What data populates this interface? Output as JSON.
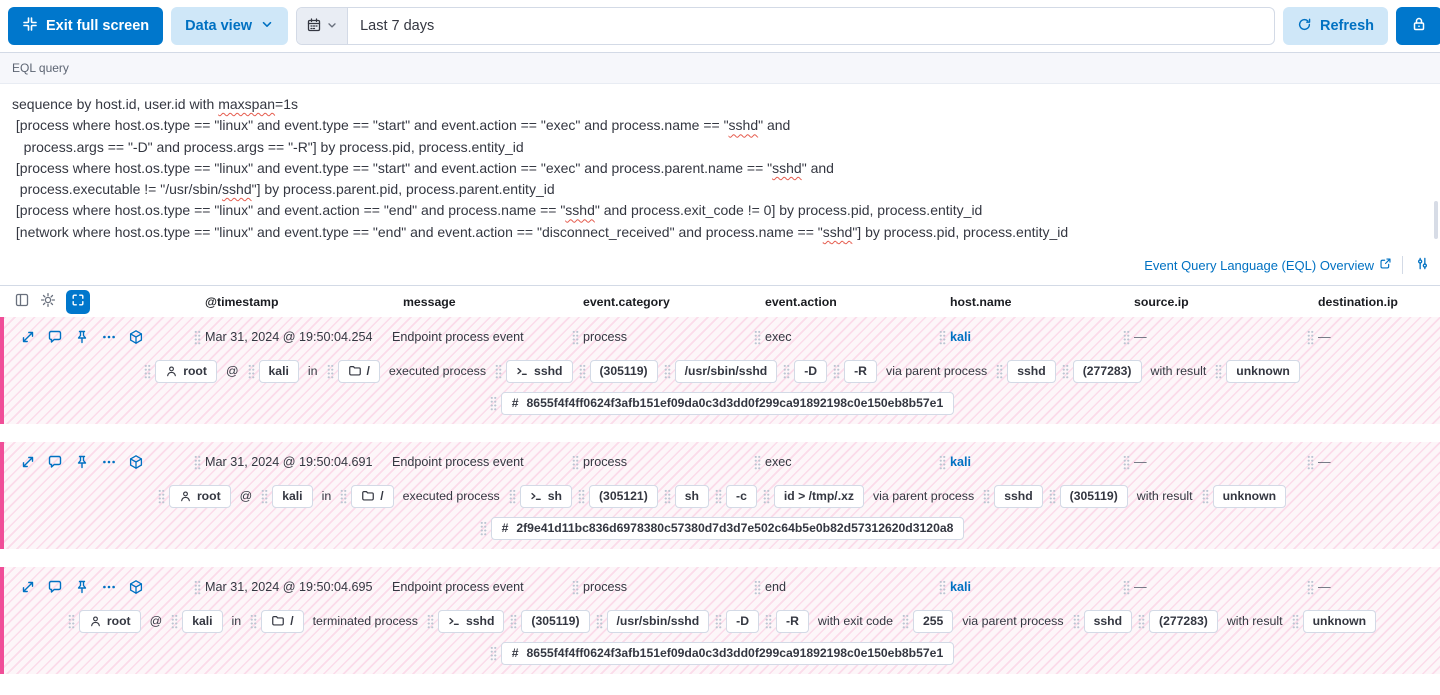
{
  "colors": {
    "primary_blue": "#0077cc",
    "light_blue_button": "#cfe7f8",
    "link_blue": "#0071c2",
    "building_block_pink": "#f04e98",
    "border_gray": "#d3dae6",
    "text_dark": "#343741"
  },
  "toolbar": {
    "exit_full_screen": "Exit full screen",
    "data_view": "Data view",
    "date_range": "Last 7 days",
    "refresh": "Refresh"
  },
  "eql": {
    "label": "EQL query",
    "lines": [
      "sequence by host.id, user.id with maxspan=1s",
      " [process where host.os.type == \"linux\" and event.type == \"start\" and event.action == \"exec\" and process.name == \"sshd\" and",
      "   process.args == \"-D\" and process.args == \"-R\"] by process.pid, process.entity_id",
      " [process where host.os.type == \"linux\" and event.type == \"start\" and event.action == \"exec\" and process.parent.name == \"sshd\" and",
      "  process.executable != \"/usr/sbin/sshd\"] by process.parent.pid, process.parent.entity_id",
      " [process where host.os.type == \"linux\" and event.action == \"end\" and process.name == \"sshd\" and process.exit_code != 0] by process.pid, process.entity_id",
      " [network where host.os.type == \"linux\" and event.type == \"end\" and event.action == \"disconnect_received\" and process.name == \"sshd\"] by process.pid, process.entity_id"
    ],
    "overview_link": "Event Query Language (EQL) Overview"
  },
  "table": {
    "columns": [
      "@timestamp",
      "message",
      "event.category",
      "event.action",
      "host.name",
      "source.ip",
      "destination.ip"
    ],
    "rows": [
      {
        "timestamp": "Mar 31, 2024 @ 19:50:04.254",
        "message": "Endpoint process event",
        "event_category": "process",
        "event_action": "exec",
        "host_name": "kali",
        "source_ip": "—",
        "destination_ip": "—",
        "summary": [
          {
            "t": "badge",
            "v": "root",
            "icon": "user",
            "n": "user-name-badge"
          },
          {
            "t": "text",
            "v": "@"
          },
          {
            "t": "badge",
            "v": "kali",
            "n": "host-name-badge"
          },
          {
            "t": "text",
            "v": "in"
          },
          {
            "t": "badge",
            "v": "/",
            "icon": "folder",
            "n": "working-directory-badge"
          },
          {
            "t": "text",
            "v": "executed process"
          },
          {
            "t": "badge",
            "v": "sshd",
            "icon": "terminal",
            "n": "process-name-badge"
          },
          {
            "t": "badge",
            "v": "(305119)",
            "n": "process-pid-badge"
          },
          {
            "t": "badge",
            "v": "/usr/sbin/sshd",
            "n": "process-executable-badge"
          },
          {
            "t": "badge",
            "v": "-D",
            "n": "process-arg-badge"
          },
          {
            "t": "badge",
            "v": "-R",
            "n": "process-arg-badge"
          },
          {
            "t": "text",
            "v": "via parent process"
          },
          {
            "t": "badge",
            "v": "sshd",
            "n": "parent-process-name-badge"
          },
          {
            "t": "badge",
            "v": "(277283)",
            "n": "parent-process-pid-badge"
          },
          {
            "t": "text",
            "v": "with result"
          },
          {
            "t": "badge",
            "v": "unknown",
            "n": "process-result-badge"
          }
        ],
        "hash": "8655f4f4ff0624f3afb151ef09da0c3d3dd0f299ca91892198c0e150eb8b57e1"
      },
      {
        "timestamp": "Mar 31, 2024 @ 19:50:04.691",
        "message": "Endpoint process event",
        "event_category": "process",
        "event_action": "exec",
        "host_name": "kali",
        "source_ip": "—",
        "destination_ip": "—",
        "summary": [
          {
            "t": "badge",
            "v": "root",
            "icon": "user",
            "n": "user-name-badge"
          },
          {
            "t": "text",
            "v": "@"
          },
          {
            "t": "badge",
            "v": "kali",
            "n": "host-name-badge"
          },
          {
            "t": "text",
            "v": "in"
          },
          {
            "t": "badge",
            "v": "/",
            "icon": "folder",
            "n": "working-directory-badge"
          },
          {
            "t": "text",
            "v": "executed process"
          },
          {
            "t": "badge",
            "v": "sh",
            "icon": "terminal",
            "n": "process-name-badge"
          },
          {
            "t": "badge",
            "v": "(305121)",
            "n": "process-pid-badge"
          },
          {
            "t": "badge",
            "v": "sh",
            "n": "process-arg-badge"
          },
          {
            "t": "badge",
            "v": "-c",
            "n": "process-arg-badge"
          },
          {
            "t": "badge",
            "v": "id > /tmp/.xz",
            "n": "process-arg-badge"
          },
          {
            "t": "text",
            "v": "via parent process"
          },
          {
            "t": "badge",
            "v": "sshd",
            "n": "parent-process-name-badge"
          },
          {
            "t": "badge",
            "v": "(305119)",
            "n": "parent-process-pid-badge"
          },
          {
            "t": "text",
            "v": "with result"
          },
          {
            "t": "badge",
            "v": "unknown",
            "n": "process-result-badge"
          }
        ],
        "hash": "2f9e41d11bc836d6978380c57380d7d3d7e502c64b5e0b82d57312620d3120a8"
      },
      {
        "timestamp": "Mar 31, 2024 @ 19:50:04.695",
        "message": "Endpoint process event",
        "event_category": "process",
        "event_action": "end",
        "host_name": "kali",
        "source_ip": "—",
        "destination_ip": "—",
        "summary": [
          {
            "t": "badge",
            "v": "root",
            "icon": "user",
            "n": "user-name-badge"
          },
          {
            "t": "text",
            "v": "@"
          },
          {
            "t": "badge",
            "v": "kali",
            "n": "host-name-badge"
          },
          {
            "t": "text",
            "v": "in"
          },
          {
            "t": "badge",
            "v": "/",
            "icon": "folder",
            "n": "working-directory-badge"
          },
          {
            "t": "text",
            "v": "terminated process"
          },
          {
            "t": "badge",
            "v": "sshd",
            "icon": "terminal",
            "n": "process-name-badge"
          },
          {
            "t": "badge",
            "v": "(305119)",
            "n": "process-pid-badge"
          },
          {
            "t": "badge",
            "v": "/usr/sbin/sshd",
            "n": "process-executable-badge"
          },
          {
            "t": "badge",
            "v": "-D",
            "n": "process-arg-badge"
          },
          {
            "t": "badge",
            "v": "-R",
            "n": "process-arg-badge"
          },
          {
            "t": "text",
            "v": "with exit code"
          },
          {
            "t": "badge",
            "v": "255",
            "n": "exit-code-badge"
          },
          {
            "t": "text",
            "v": "via parent process"
          },
          {
            "t": "badge",
            "v": "sshd",
            "n": "parent-process-name-badge"
          },
          {
            "t": "badge",
            "v": "(277283)",
            "n": "parent-process-pid-badge"
          },
          {
            "t": "text",
            "v": "with result"
          },
          {
            "t": "badge",
            "v": "unknown",
            "n": "process-result-badge"
          }
        ],
        "hash": "8655f4f4ff0624f3afb151ef09da0c3d3dd0f299ca91892198c0e150eb8b57e1"
      }
    ]
  }
}
